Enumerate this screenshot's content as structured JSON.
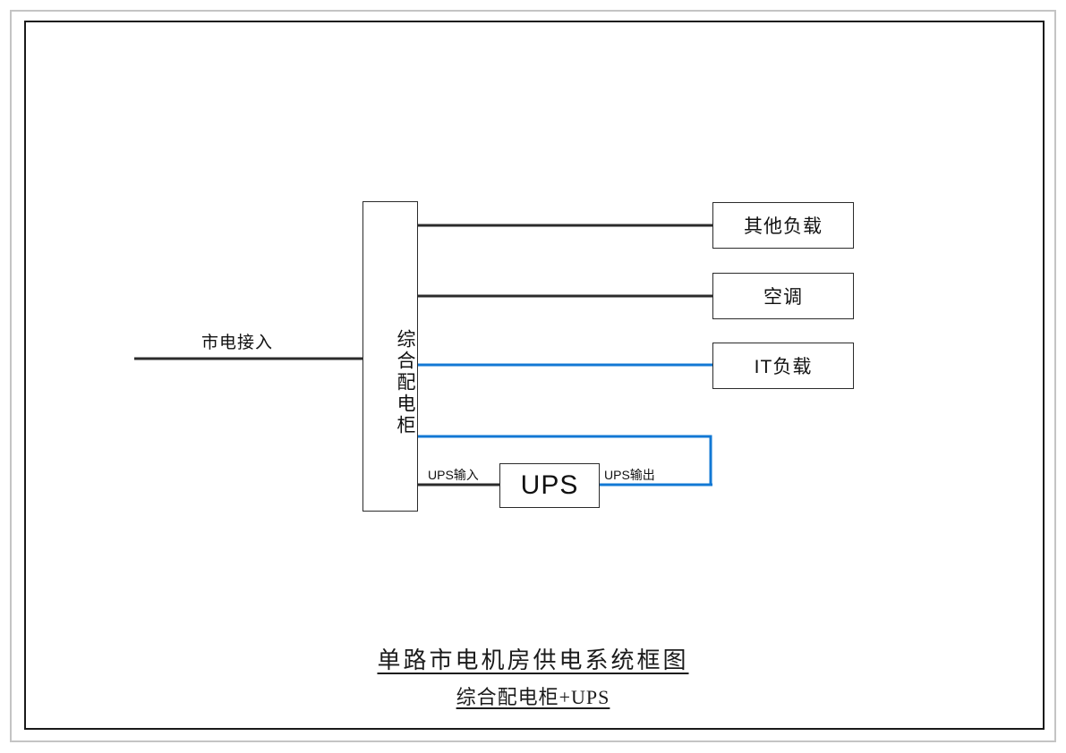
{
  "diagram": {
    "type": "block-diagram",
    "title_main": "单路市电机房供电系统框图",
    "title_sub": "综合配电柜+UPS",
    "colors": {
      "wire_black": "#2b2b2b",
      "wire_blue": "#1278d4",
      "node_border": "#2b2b2b",
      "page_frame_outer": "#c4c4c4",
      "page_frame_inner": "#1a1a1a",
      "background": "#ffffff"
    },
    "nodes": {
      "mains_label": "市电接入",
      "cabinet": "综合配电柜",
      "ups": "UPS",
      "load_other": "其他负载",
      "load_hvac": "空调",
      "load_it": "IT负载"
    },
    "wire_labels": {
      "ups_input": "UPS输入",
      "ups_output": "UPS输出"
    },
    "connections": [
      {
        "from": "mains_label",
        "to": "cabinet",
        "color": "#2b2b2b"
      },
      {
        "from": "cabinet",
        "to": "load_other",
        "color": "#2b2b2b"
      },
      {
        "from": "cabinet",
        "to": "load_hvac",
        "color": "#2b2b2b"
      },
      {
        "from": "cabinet",
        "to": "load_it",
        "color": "#1278d4"
      },
      {
        "from": "cabinet",
        "to": "ups",
        "label": "UPS输入",
        "color": "#2b2b2b"
      },
      {
        "from": "ups",
        "to": "load_it",
        "label": "UPS输出",
        "color": "#1278d4"
      }
    ]
  }
}
